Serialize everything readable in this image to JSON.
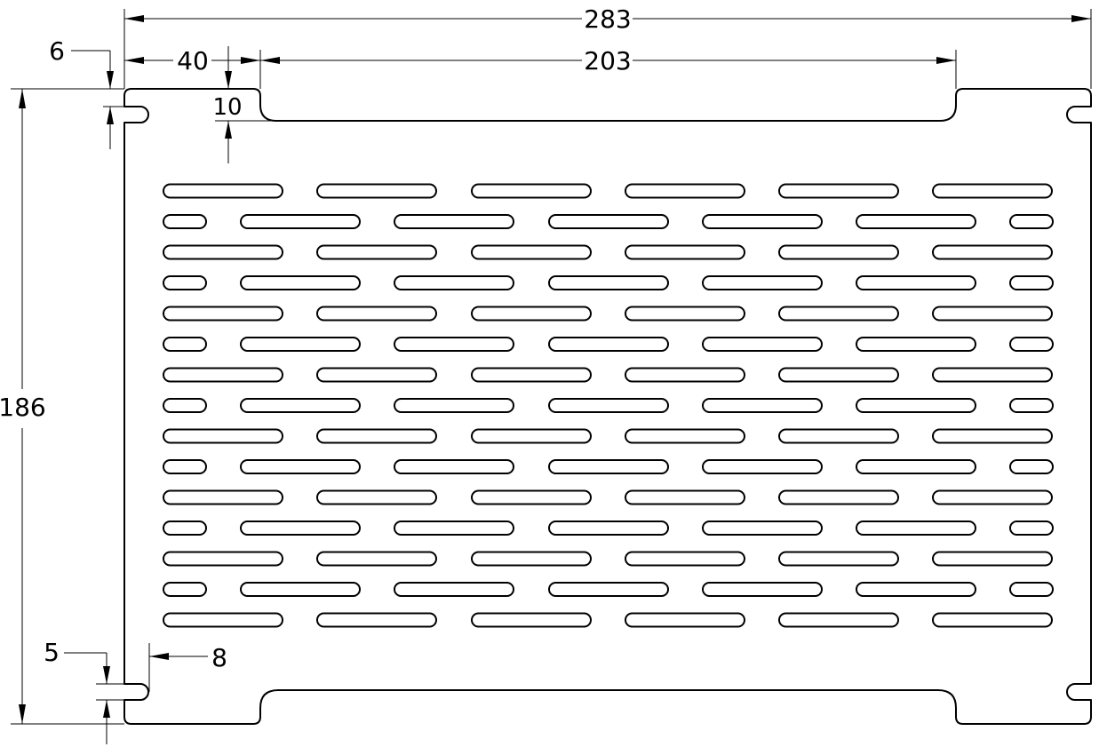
{
  "dimensions": {
    "overall_width": "283",
    "notch_width": "203",
    "left_offset": "40",
    "notch_depth": "10",
    "top_offset": "6",
    "overall_height": "186",
    "slot_offset_vertical": "5",
    "slot_offset_horizontal": "8"
  },
  "pattern": {
    "rows": 15,
    "odd_row_slots": 6,
    "even_row_slots": 7
  }
}
